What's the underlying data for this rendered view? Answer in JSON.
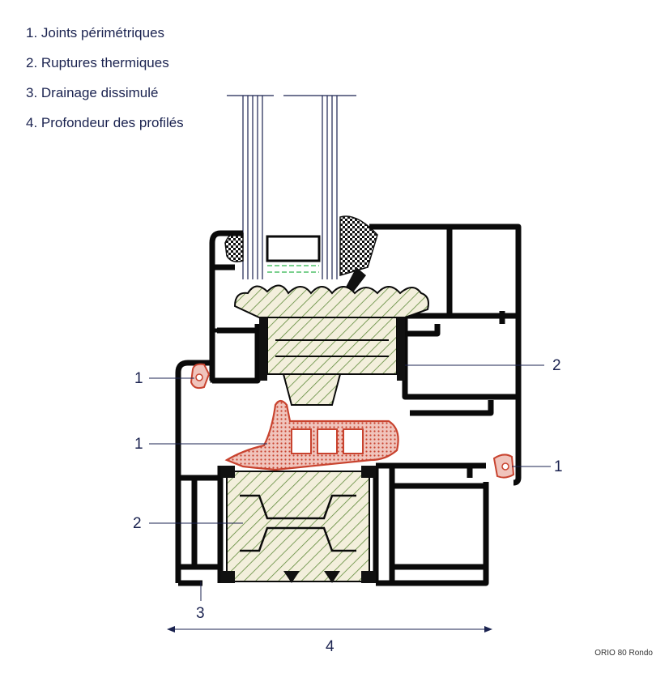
{
  "legend": {
    "items": [
      "1. Joints périmétriques",
      "2. Ruptures thermiques",
      "3. Drainage dissimulé",
      "4. Profondeur des profilés"
    ]
  },
  "callouts": {
    "gasket_left": "1",
    "gasket_middle": "1",
    "gasket_right": "1",
    "thermal_break_upper": "2",
    "thermal_break_lower": "2",
    "drainage": "3",
    "depth": "4"
  },
  "caption": "ORIO 80 Rondo",
  "colors": {
    "profile": "#0a0a0a",
    "insulation_fill": "#f3efdc",
    "insulation_hatch": "#5f8a3a",
    "gasket_fill": "#f0c4bc",
    "gasket_outline": "#c8432f",
    "glazing_line": "#1b2350",
    "spacer_line": "#2bb34a",
    "leader_line": "#1b2350"
  }
}
